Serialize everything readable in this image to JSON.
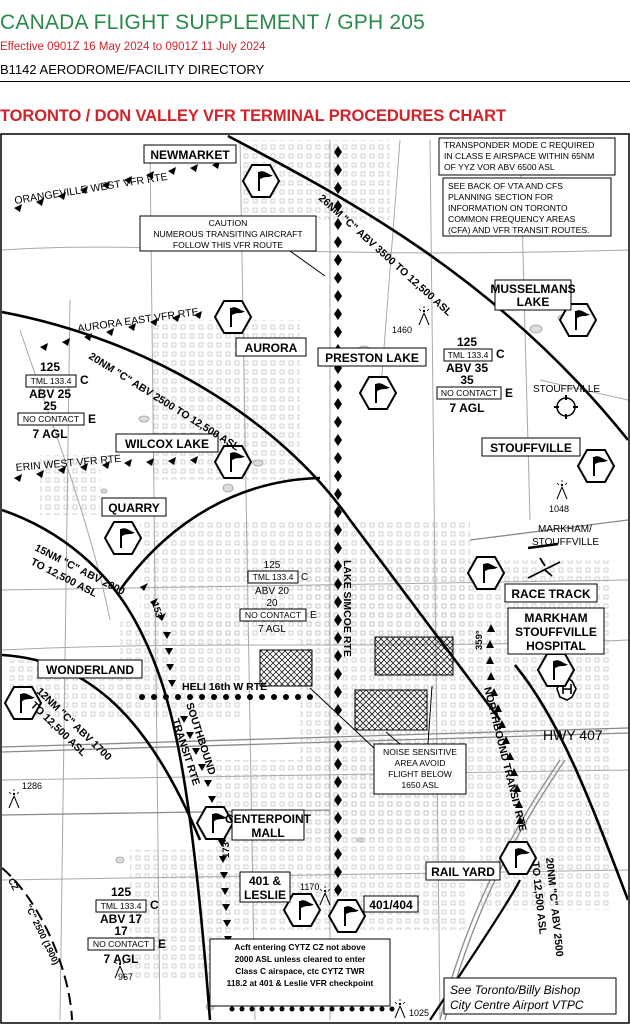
{
  "header": {
    "publication": "CANADA FLIGHT SUPPLEMENT / GPH 205",
    "effective": "Effective 0901Z 16 May 2024 to 0901Z 11 July 2024",
    "section": "B1142  AERODROME/FACILITY DIRECTORY",
    "chart_title": "TORONTO / DON VALLEY VFR TERMINAL PROCEDURES CHART"
  },
  "colors": {
    "publication": "#2a8a4a",
    "effective": "#d2232a",
    "chart_title": "#d2232a"
  },
  "icons": {
    "vrp": "hexagon-flag-icon",
    "obstacle": "tower-icon",
    "heliport": "heliport-icon",
    "airport": "airport-icon",
    "aircraft": "aircraft-icon"
  },
  "notes": {
    "transponder": [
      "TRANSPONDER MODE C REQUIRED",
      "IN CLASS E AIRSPACE WITHIN 65NM",
      "OF YYZ VOR  ABV 6500 ASL"
    ],
    "vta": [
      "SEE BACK OF VTA AND CFS",
      "PLANNING SECTION FOR",
      "INFORMATION ON TORONTO",
      "COMMON FREQUENCY AREAS",
      "(CFA) AND VFR TRANSIT ROUTES."
    ],
    "caution": [
      "CAUTION",
      "NUMEROUS TRANSITING AIRCRAFT",
      "FOLLOW THIS VFR ROUTE"
    ],
    "noise": [
      "NOISE SENSITIVE",
      "AREA AVOID",
      "FLIGHT BELOW",
      "1650 ASL"
    ],
    "cytz": [
      "Acft entering CYTZ CZ not above",
      "2000 ASL unless cleared to enter",
      "Class C airspace, ctc CYTZ TWR",
      "118.2 at 401 & Leslie VFR checkpoint"
    ],
    "see_vtpc": [
      "See Toronto/Billy Bishop",
      "City Centre Airport VTPC"
    ]
  },
  "vrps": {
    "newmarket": "NEWMARKET",
    "musselmans": [
      "MUSSELMANS",
      "LAKE"
    ],
    "aurora": "AURORA",
    "preston": "PRESTON LAKE",
    "wilcox": "WILCOX LAKE",
    "stouffville": "STOUFFVILLE",
    "quarry": "QUARRY",
    "race_track": "RACE TRACK",
    "hospital": [
      "MARKHAM",
      "STOUFFVILLE",
      "HOSPITAL"
    ],
    "wonderland": "WONDERLAND",
    "centerpoint": [
      "CENTERPOINT",
      "MALL"
    ],
    "leslie401": [
      "401 &",
      "LESLIE"
    ],
    "rail_yard": "RAIL YARD",
    "j401_404": "401/404"
  },
  "places": {
    "stouffville_apt": "STOUFFVILLE",
    "markham_apt": [
      "MARKHAM/",
      "STOUFFVILLE"
    ],
    "hwy407": "HWY 407"
  },
  "routes": {
    "orangeville": "ORANGEVILLE WEST VFR RTE",
    "aurora_east": "AURORA EAST VFR RTE",
    "erin_west": "ERIN WEST VFR RTE",
    "heli": "HELI 16th W RTE",
    "lake_simcoe": "LAKE SIMCOE RTE",
    "southbound": [
      "SOUTHBOUND",
      "TRANSIT RTE"
    ],
    "northbound": "NORTHBOUND TRANSIT RTE"
  },
  "arcs": {
    "nm26": "26NM \"C\" ABV 3500 TO 12,500 ASL",
    "nm20": "20NM \"C\" ABV 2500 TO 12,500 ASL",
    "nm15": [
      "15NM \"C\" ABV 2000",
      "TO 12,500 ASL"
    ],
    "nm12": [
      "12NM \"C\" ABV 1700",
      "TO 12,500 ASL"
    ],
    "nm20s": [
      "20NM \"C\" ABV 2500",
      "TO 12,500 ASL"
    ],
    "nm8": "\"C\" 2500 (1900)",
    "cz": "CZ"
  },
  "airspace_blocks": {
    "north": {
      "freq": "125",
      "tml": "TML 133.4",
      "cls": "C",
      "abv": "ABV 35",
      "flr": "35",
      "nc": "NO CONTACT",
      "e": "E",
      "agl": "7 AGL"
    },
    "west": {
      "freq": "125",
      "tml": "TML 133.4",
      "cls": "C",
      "abv": "ABV 25",
      "flr": "25",
      "nc": "NO CONTACT",
      "e": "E",
      "agl": "7 AGL"
    },
    "mid": {
      "freq": "125",
      "tml": "TML 133.4",
      "cls": "C",
      "abv": "ABV 20",
      "flr": "20",
      "nc": "NO CONTACT",
      "e": "E",
      "agl": "7 AGL"
    },
    "south": {
      "freq": "125",
      "tml": "TML 133.4",
      "cls": "C",
      "abv": "ABV 17",
      "flr": "17",
      "nc": "NO CONTACT",
      "e": "E",
      "agl": "7 AGL"
    }
  },
  "obstacles": {
    "o1460": "1460",
    "o1048": "1048",
    "o1286": "1286",
    "o1170": "1170",
    "o967": "967",
    "o1025": "1025"
  },
  "bearings": {
    "b153": "153°",
    "b359": "359°",
    "b173": "173°"
  }
}
